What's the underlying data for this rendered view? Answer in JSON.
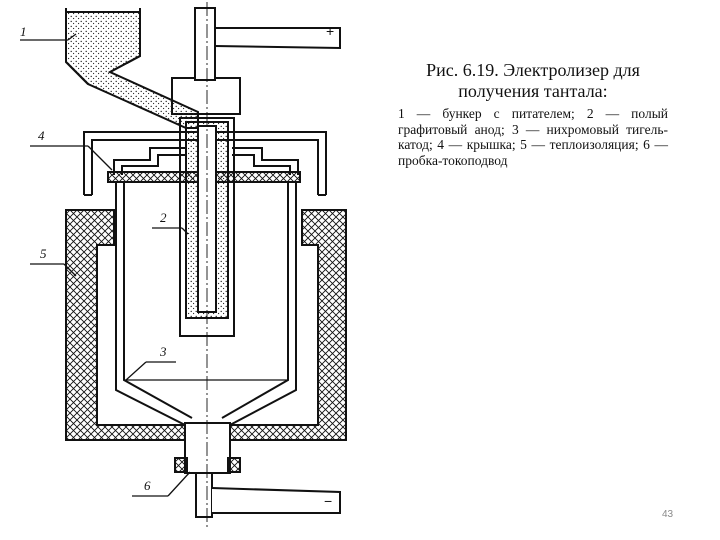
{
  "figure": {
    "title_line1": "Рис. 6.19. Электролизер для",
    "title_line2": "получения тантала:",
    "legend": "1 — бункер с питателем; 2 — полый графитовый анод; 3 — нихромовый тигель-катод; 4 — крышка; 5 — теплоизоляция; 6 — пробка-токоподвод"
  },
  "callouts": {
    "bunker": "1",
    "anode": "2",
    "cathode": "3",
    "lid": "4",
    "insulation": "5",
    "plug": "6"
  },
  "terminals": {
    "positive": "+",
    "negative": "−"
  },
  "page_number": "43"
}
